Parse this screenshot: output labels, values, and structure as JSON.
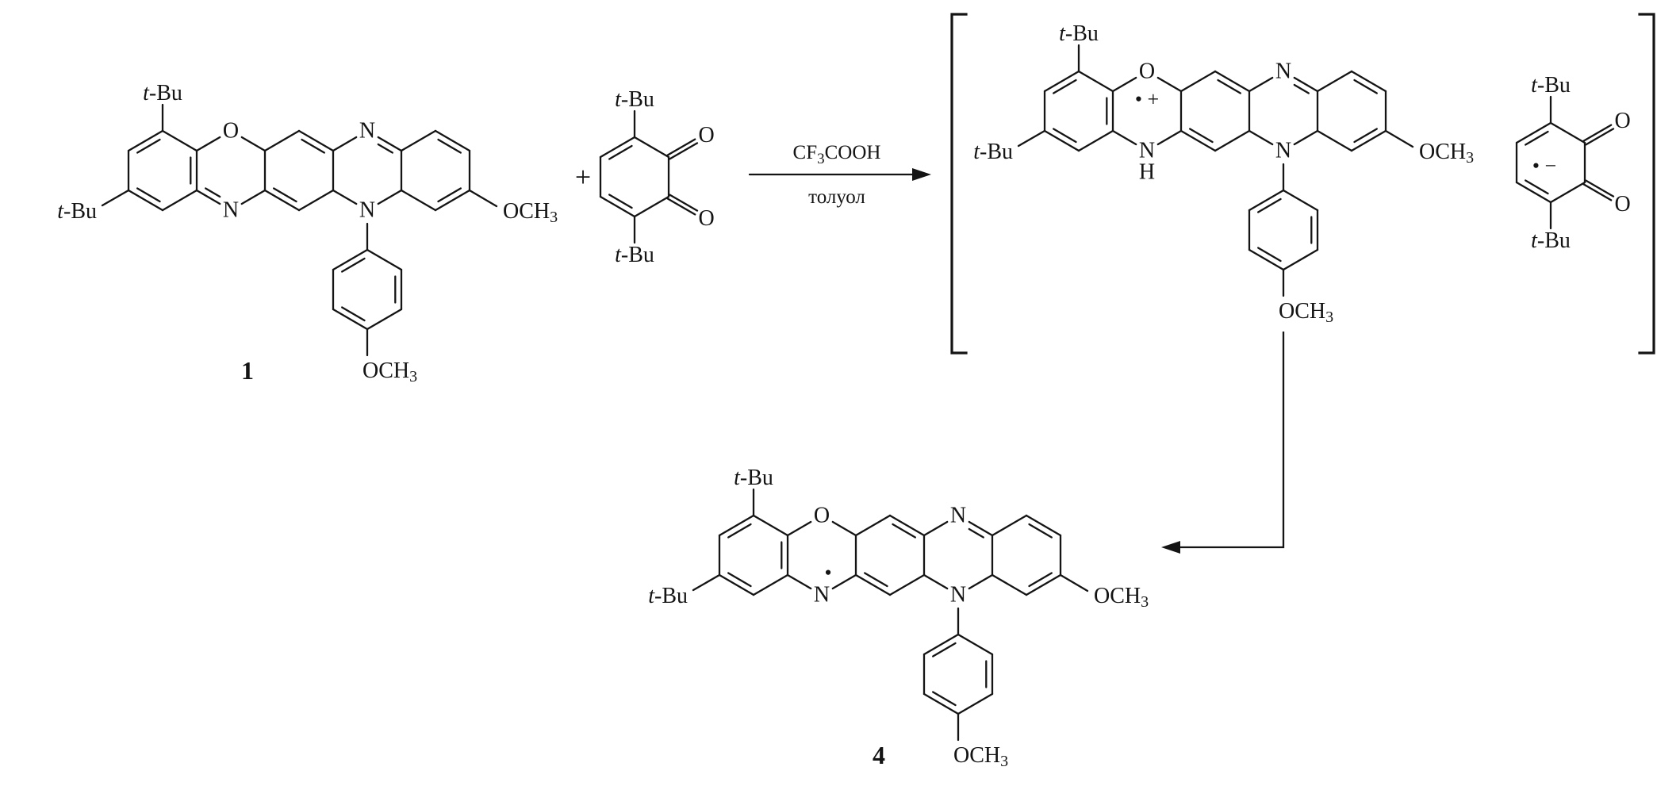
{
  "scheme": {
    "background": "#ffffff",
    "bond_color": "#141414",
    "compound1_label": "1",
    "compound4_label": "4",
    "plus_sign": "+",
    "reagent": {
      "main": "CF",
      "sub": "3",
      "rest": "COOH"
    },
    "solvent": "толуол",
    "labels": {
      "tbu_italic": "t",
      "tbu_rest": "-Bu",
      "oxygen": "O",
      "nitrogen": "N",
      "hydrogen": "H",
      "methoxy_main": "OCH",
      "methoxy_sub": "3",
      "radical_cation": "• +",
      "radical_anion": "• −",
      "radical_dot": "•"
    }
  }
}
